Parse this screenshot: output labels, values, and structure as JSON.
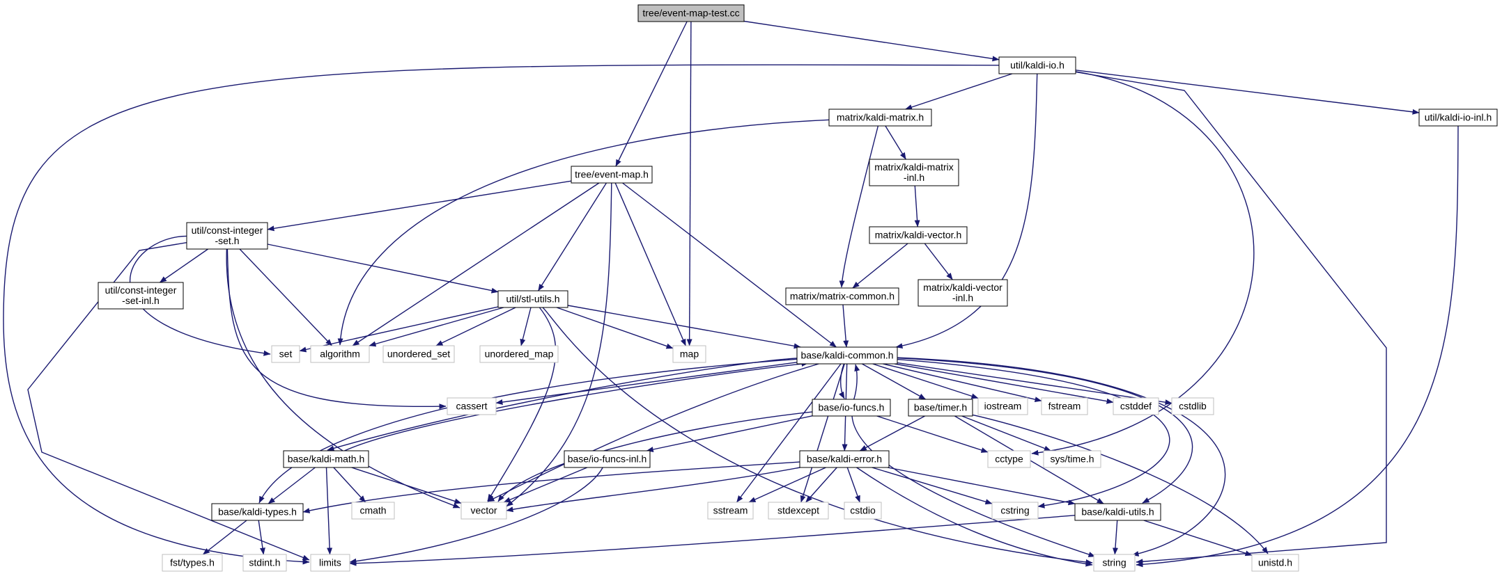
{
  "graph": {
    "nodes": [
      {
        "id": "root",
        "lines": [
          "tree/event-map-test.cc"
        ],
        "kind": "root"
      },
      {
        "id": "kaldi_io",
        "lines": [
          "util/kaldi-io.h"
        ],
        "kind": "local"
      },
      {
        "id": "kaldi_io_inl",
        "lines": [
          "util/kaldi-io-inl.h"
        ],
        "kind": "local"
      },
      {
        "id": "kaldi_matrix",
        "lines": [
          "matrix/kaldi-matrix.h"
        ],
        "kind": "local"
      },
      {
        "id": "kaldi_matrix_inl",
        "lines": [
          "matrix/kaldi-matrix",
          "-inl.h"
        ],
        "kind": "local"
      },
      {
        "id": "kaldi_vector",
        "lines": [
          "matrix/kaldi-vector.h"
        ],
        "kind": "local"
      },
      {
        "id": "kaldi_vector_inl",
        "lines": [
          "matrix/kaldi-vector",
          "-inl.h"
        ],
        "kind": "local"
      },
      {
        "id": "matrix_common",
        "lines": [
          "matrix/matrix-common.h"
        ],
        "kind": "local"
      },
      {
        "id": "event_map",
        "lines": [
          "tree/event-map.h"
        ],
        "kind": "local"
      },
      {
        "id": "const_int_set",
        "lines": [
          "util/const-integer",
          "-set.h"
        ],
        "kind": "local"
      },
      {
        "id": "const_int_set_inl",
        "lines": [
          "util/const-integer",
          "-set-inl.h"
        ],
        "kind": "local"
      },
      {
        "id": "stl_utils",
        "lines": [
          "util/stl-utils.h"
        ],
        "kind": "local"
      },
      {
        "id": "kaldi_common",
        "lines": [
          "base/kaldi-common.h"
        ],
        "kind": "local"
      },
      {
        "id": "io_funcs",
        "lines": [
          "base/io-funcs.h"
        ],
        "kind": "local"
      },
      {
        "id": "timer",
        "lines": [
          "base/timer.h"
        ],
        "kind": "local"
      },
      {
        "id": "kaldi_math",
        "lines": [
          "base/kaldi-math.h"
        ],
        "kind": "local"
      },
      {
        "id": "io_funcs_inl",
        "lines": [
          "base/io-funcs-inl.h"
        ],
        "kind": "local"
      },
      {
        "id": "kaldi_error",
        "lines": [
          "base/kaldi-error.h"
        ],
        "kind": "local"
      },
      {
        "id": "kaldi_types",
        "lines": [
          "base/kaldi-types.h"
        ],
        "kind": "local"
      },
      {
        "id": "kaldi_utils",
        "lines": [
          "base/kaldi-utils.h"
        ],
        "kind": "local"
      },
      {
        "id": "set",
        "lines": [
          "set"
        ],
        "kind": "system"
      },
      {
        "id": "algorithm",
        "lines": [
          "algorithm"
        ],
        "kind": "system"
      },
      {
        "id": "unordered_set",
        "lines": [
          "unordered_set"
        ],
        "kind": "system"
      },
      {
        "id": "unordered_map",
        "lines": [
          "unordered_map"
        ],
        "kind": "system"
      },
      {
        "id": "map",
        "lines": [
          "map"
        ],
        "kind": "system"
      },
      {
        "id": "cassert",
        "lines": [
          "cassert"
        ],
        "kind": "system"
      },
      {
        "id": "iostream",
        "lines": [
          "iostream"
        ],
        "kind": "system"
      },
      {
        "id": "fstream",
        "lines": [
          "fstream"
        ],
        "kind": "system"
      },
      {
        "id": "cstddef",
        "lines": [
          "cstddef"
        ],
        "kind": "system"
      },
      {
        "id": "cstdlib",
        "lines": [
          "cstdlib"
        ],
        "kind": "system"
      },
      {
        "id": "cctype",
        "lines": [
          "cctype"
        ],
        "kind": "system"
      },
      {
        "id": "sys_time",
        "lines": [
          "sys/time.h"
        ],
        "kind": "system"
      },
      {
        "id": "cmath",
        "lines": [
          "cmath"
        ],
        "kind": "system"
      },
      {
        "id": "vector",
        "lines": [
          "vector"
        ],
        "kind": "system"
      },
      {
        "id": "sstream",
        "lines": [
          "sstream"
        ],
        "kind": "system"
      },
      {
        "id": "stdexcept",
        "lines": [
          "stdexcept"
        ],
        "kind": "system"
      },
      {
        "id": "cstdio",
        "lines": [
          "cstdio"
        ],
        "kind": "system"
      },
      {
        "id": "cstring",
        "lines": [
          "cstring"
        ],
        "kind": "system"
      },
      {
        "id": "fst_types",
        "lines": [
          "fst/types.h"
        ],
        "kind": "system"
      },
      {
        "id": "stdint",
        "lines": [
          "stdint.h"
        ],
        "kind": "system"
      },
      {
        "id": "limits",
        "lines": [
          "limits"
        ],
        "kind": "system"
      },
      {
        "id": "string",
        "lines": [
          "string"
        ],
        "kind": "system"
      },
      {
        "id": "unistd",
        "lines": [
          "unistd.h"
        ],
        "kind": "system"
      }
    ],
    "edges": [
      [
        "root",
        "kaldi_io"
      ],
      [
        "root",
        "event_map"
      ],
      [
        "root",
        "map"
      ],
      [
        "kaldi_io",
        "limits"
      ],
      [
        "kaldi_io",
        "kaldi_matrix"
      ],
      [
        "kaldi_io",
        "kaldi_common"
      ],
      [
        "kaldi_io",
        "cctype"
      ],
      [
        "kaldi_io",
        "string"
      ],
      [
        "kaldi_io",
        "kaldi_io_inl"
      ],
      [
        "kaldi_io_inl",
        "string"
      ],
      [
        "kaldi_matrix",
        "algorithm"
      ],
      [
        "kaldi_matrix",
        "kaldi_matrix_inl"
      ],
      [
        "kaldi_matrix",
        "matrix_common"
      ],
      [
        "kaldi_matrix_inl",
        "kaldi_vector"
      ],
      [
        "kaldi_vector",
        "matrix_common"
      ],
      [
        "kaldi_vector",
        "kaldi_vector_inl"
      ],
      [
        "matrix_common",
        "kaldi_common"
      ],
      [
        "event_map",
        "const_int_set"
      ],
      [
        "event_map",
        "algorithm"
      ],
      [
        "event_map",
        "stl_utils"
      ],
      [
        "event_map",
        "vector"
      ],
      [
        "event_map",
        "map"
      ],
      [
        "event_map",
        "kaldi_common"
      ],
      [
        "const_int_set",
        "const_int_set_inl"
      ],
      [
        "const_int_set",
        "set"
      ],
      [
        "const_int_set",
        "algorithm"
      ],
      [
        "const_int_set",
        "stl_utils"
      ],
      [
        "const_int_set",
        "cassert"
      ],
      [
        "const_int_set",
        "vector"
      ],
      [
        "const_int_set",
        "limits"
      ],
      [
        "stl_utils",
        "set"
      ],
      [
        "stl_utils",
        "algorithm"
      ],
      [
        "stl_utils",
        "unordered_set"
      ],
      [
        "stl_utils",
        "unordered_map"
      ],
      [
        "stl_utils",
        "map"
      ],
      [
        "stl_utils",
        "kaldi_common"
      ],
      [
        "stl_utils",
        "vector"
      ],
      [
        "stl_utils",
        "string"
      ],
      [
        "kaldi_common",
        "cassert"
      ],
      [
        "kaldi_common",
        "kaldi_types"
      ],
      [
        "kaldi_common",
        "kaldi_math"
      ],
      [
        "kaldi_common",
        "vector"
      ],
      [
        "kaldi_common",
        "io_funcs"
      ],
      [
        "kaldi_common",
        "timer"
      ],
      [
        "kaldi_common",
        "iostream"
      ],
      [
        "kaldi_common",
        "fstream"
      ],
      [
        "kaldi_common",
        "cstddef"
      ],
      [
        "kaldi_common",
        "cstdlib"
      ],
      [
        "kaldi_common",
        "sstream"
      ],
      [
        "kaldi_common",
        "stdexcept"
      ],
      [
        "kaldi_common",
        "kaldi_error"
      ],
      [
        "kaldi_common",
        "cstring"
      ],
      [
        "kaldi_common",
        "kaldi_utils"
      ],
      [
        "kaldi_common",
        "string"
      ],
      [
        "io_funcs",
        "kaldi_common"
      ],
      [
        "io_funcs",
        "io_funcs_inl"
      ],
      [
        "io_funcs",
        "vector"
      ],
      [
        "io_funcs",
        "cctype"
      ],
      [
        "io_funcs",
        "string"
      ],
      [
        "timer",
        "kaldi_error"
      ],
      [
        "timer",
        "sys_time"
      ],
      [
        "timer",
        "kaldi_utils"
      ],
      [
        "timer",
        "unistd"
      ],
      [
        "kaldi_math",
        "kaldi_common"
      ],
      [
        "kaldi_math",
        "kaldi_types"
      ],
      [
        "kaldi_math",
        "cmath"
      ],
      [
        "kaldi_math",
        "vector"
      ],
      [
        "kaldi_math",
        "limits"
      ],
      [
        "io_funcs_inl",
        "vector"
      ],
      [
        "io_funcs_inl",
        "limits"
      ],
      [
        "kaldi_error",
        "kaldi_types"
      ],
      [
        "kaldi_error",
        "vector"
      ],
      [
        "kaldi_error",
        "sstream"
      ],
      [
        "kaldi_error",
        "stdexcept"
      ],
      [
        "kaldi_error",
        "cstdio"
      ],
      [
        "kaldi_error",
        "cstring"
      ],
      [
        "kaldi_error",
        "kaldi_utils"
      ],
      [
        "kaldi_error",
        "string"
      ],
      [
        "kaldi_types",
        "fst_types"
      ],
      [
        "kaldi_types",
        "stdint"
      ],
      [
        "kaldi_utils",
        "limits"
      ],
      [
        "kaldi_utils",
        "string"
      ],
      [
        "kaldi_utils",
        "unistd"
      ]
    ]
  },
  "colors": {
    "edge": "#191970",
    "local_border": "#000000",
    "system_border": "#bfbfbf",
    "root_fill": "#bfbfbf",
    "node_fill": "#ffffff",
    "text": "#000000"
  }
}
